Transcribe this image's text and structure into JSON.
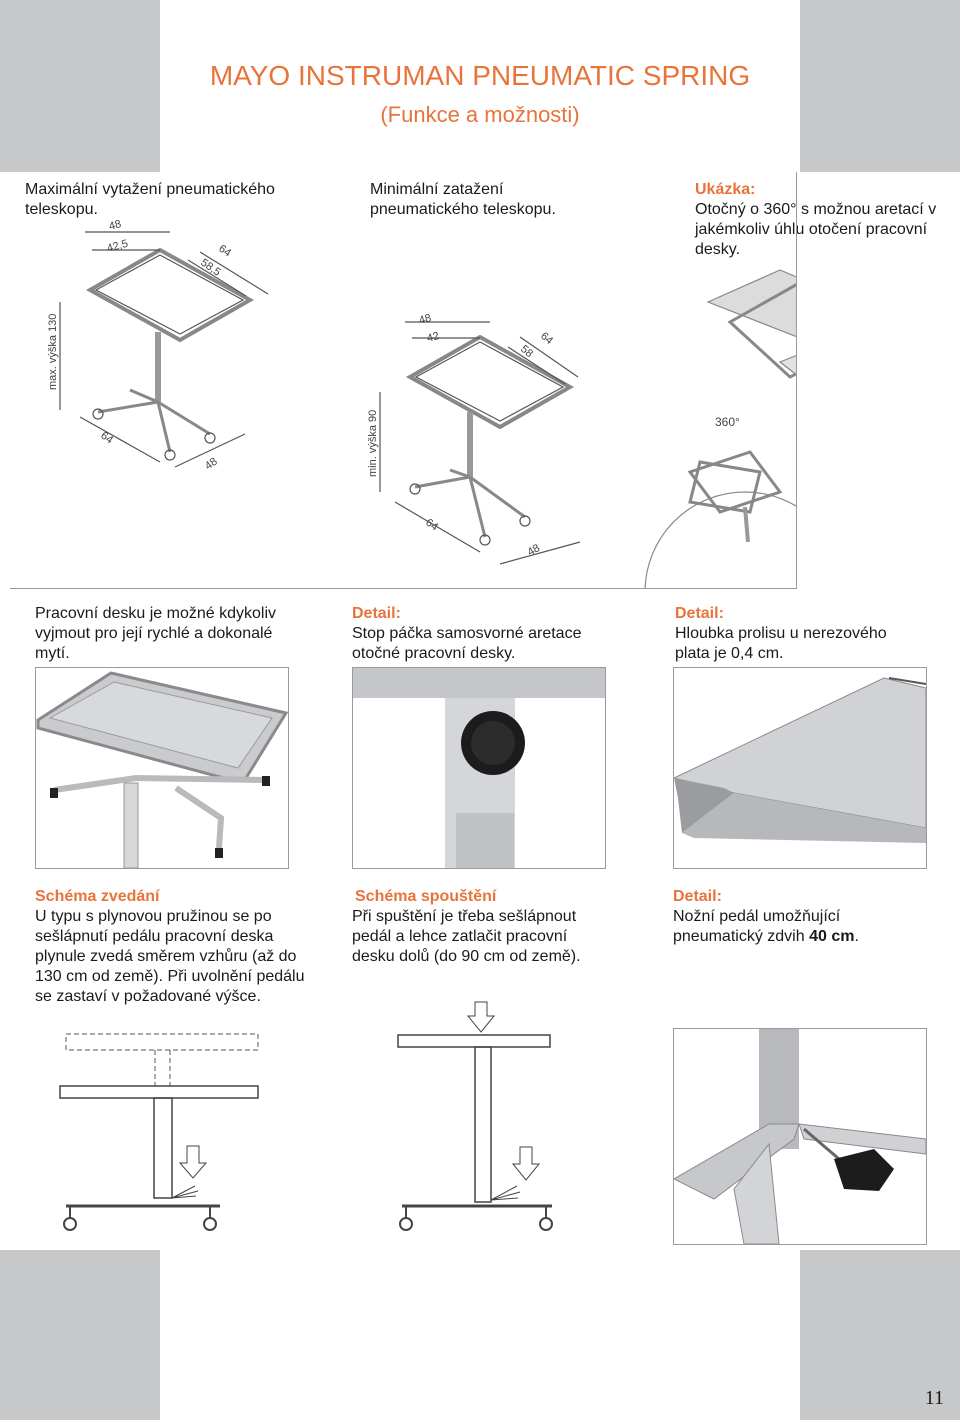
{
  "header": {
    "title": "MAYO INSTRUMAN PNEUMATIC SPRING",
    "subtitle": "(Funkce a možnosti)"
  },
  "row1": {
    "col1": {
      "text": "Maximální vytažení pneumatického teleskopu.",
      "dims": {
        "top_a": "48",
        "top_b": "42,5",
        "diag_a": "58,5",
        "diag_b": "64",
        "height": "max. výška 130",
        "base_a": "64",
        "base_b": "48"
      }
    },
    "col2": {
      "text": "Minimální zatažení pneumatického teleskopu.",
      "dims": {
        "top_a": "48",
        "top_b": "42",
        "diag_a": "58",
        "diag_b": "64",
        "height": "min. výška 90",
        "base_a": "64",
        "base_b": "48"
      }
    },
    "col3": {
      "heading": "Ukázka:",
      "text": "Otočný o 360° s možnou aretací v jakémkoliv úhlu otočení pracovní desky.",
      "rotation_label": "360°"
    }
  },
  "row2": {
    "col1": {
      "text": "Pracovní desku je možné kdykoliv vyjmout pro její rychlé a dokonalé mytí."
    },
    "col2": {
      "heading": "Detail:",
      "text": "Stop páčka samosvorné aretace otočné pracovní desky."
    },
    "col3": {
      "heading": "Detail:",
      "text": "Hloubka prolisu u nerezového plata je  0,4 cm."
    }
  },
  "row3": {
    "col1": {
      "heading": "Schéma zvedání",
      "text": "U typu s plynovou pružinou se po sešlápnutí pedálu pracovní deska plynule zvedá směrem vzhůru (až do 130 cm od země). Při uvolnění pedálu se zastaví v požadované výšce."
    },
    "col2": {
      "heading": "Schéma spouštění",
      "text": "Při spuštění je třeba sešlápnout pedál a lehce zatlačit pracovní desku dolů (do 90 cm od země)."
    },
    "col3": {
      "heading": "Detail:",
      "text": "Nožní pedál umožňující pneumatický zdvih",
      "bold_value": "40 cm",
      "suffix": "."
    }
  },
  "footer": {
    "page_number": "11"
  },
  "colors": {
    "accent": "#e8743b",
    "band_gray": "#c7c8ca"
  }
}
